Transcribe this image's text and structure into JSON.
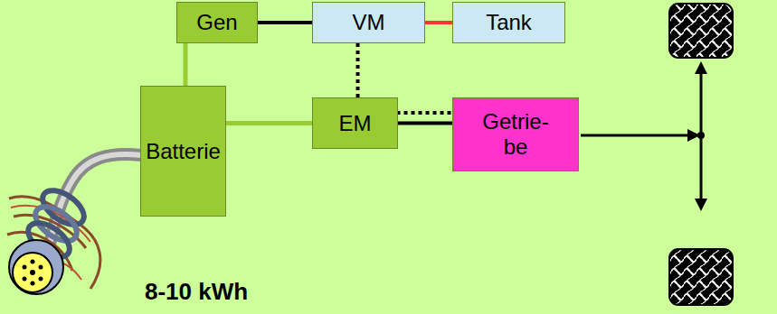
{
  "diagram": {
    "nodes": [
      {
        "text": [
          "Gen"
        ]
      },
      {
        "text": [
          "VM"
        ]
      },
      {
        "text": [
          "Tank"
        ]
      },
      {
        "text": [
          "Batterie"
        ]
      },
      {
        "text": [
          "EM"
        ]
      },
      {
        "text": [
          "Getrie- be"
        ]
      }
    ],
    "edges": [
      {
        "from": 0,
        "to": 1,
        "arrow": "none"
      },
      {
        "from": 1,
        "to": 2,
        "arrow": "none"
      },
      {
        "from": 3,
        "to": 0,
        "arrow": "none"
      },
      {
        "from": 3,
        "to": 4,
        "arrow": "none"
      },
      {
        "from": 4,
        "to": 5,
        "arrow": "none"
      },
      {
        "from": 1,
        "to": 5,
        "arrow": "none"
      }
    ],
    "labels": [
      "8-10 kWh"
    ]
  }
}
